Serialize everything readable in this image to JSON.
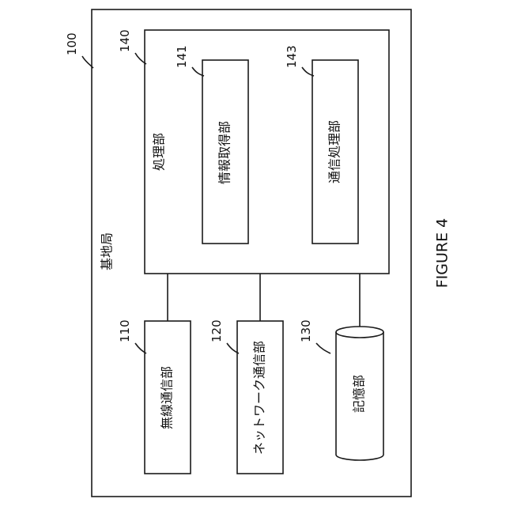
{
  "figure_label": "FIGURE 4",
  "station": {
    "ref": "100",
    "label": "基地局"
  },
  "processor": {
    "ref": "140",
    "label": "処理部"
  },
  "info_acq": {
    "ref": "141",
    "label": "情報取得部"
  },
  "comm_proc": {
    "ref": "143",
    "label": "通信処理部"
  },
  "wireless": {
    "ref": "110",
    "label": "無線通信部"
  },
  "network": {
    "ref": "120",
    "label": "ネットワーク通信部"
  },
  "storage": {
    "ref": "130",
    "label": "記憶部"
  }
}
